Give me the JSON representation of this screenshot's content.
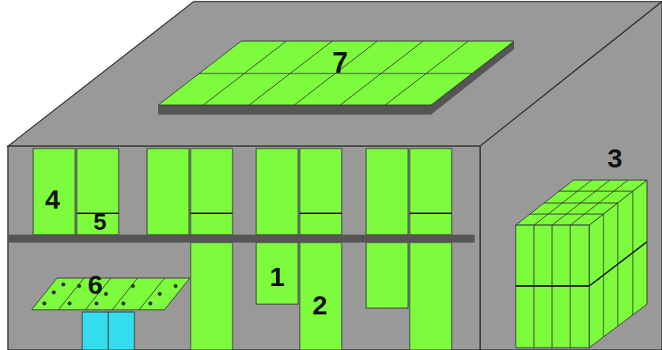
{
  "diagram": {
    "labels": [
      "7",
      "3",
      "4",
      "5",
      "6",
      "1",
      "2"
    ]
  }
}
